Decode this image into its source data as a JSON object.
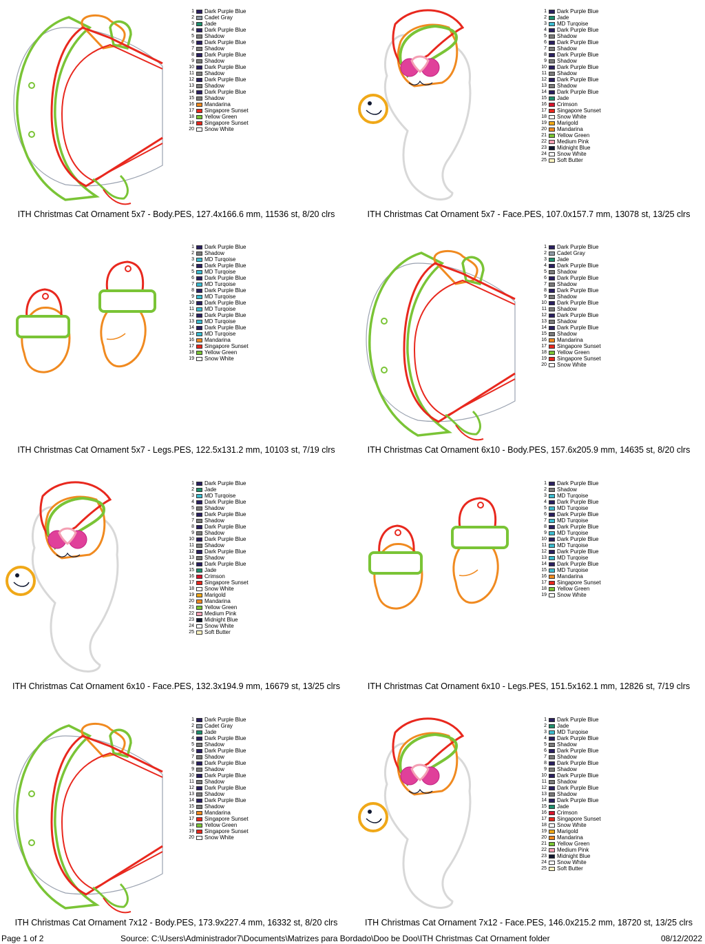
{
  "palette": {
    "Dark Purple Blue": "#2a2060",
    "Cadet Gray": "#909aa6",
    "Jade": "#1f8f6e",
    "Shadow": "#7a7a7a",
    "MD Turqoise": "#3cbcd0",
    "Mandarina": "#f08a20",
    "Singapore Sunset": "#e8281e",
    "Yellow Green": "#7ac436",
    "Snow White": "#ffffff",
    "Crimson": "#d8142c",
    "Marigold": "#f0a818",
    "Medium Pink": "#f4a0b4",
    "Midnight Blue": "#101830",
    "Soft Butter": "#fff4c0"
  },
  "legends": {
    "body": [
      "Dark Purple Blue",
      "Cadet Gray",
      "Jade",
      "Dark Purple Blue",
      "Shadow",
      "Dark Purple Blue",
      "Shadow",
      "Dark Purple Blue",
      "Shadow",
      "Dark Purple Blue",
      "Shadow",
      "Dark Purple Blue",
      "Shadow",
      "Dark Purple Blue",
      "Shadow",
      "Mandarina",
      "Singapore Sunset",
      "Yellow Green",
      "Singapore Sunset",
      "Snow White"
    ],
    "face": [
      "Dark Purple Blue",
      "Jade",
      "MD Turqoise",
      "Dark Purple Blue",
      "Shadow",
      "Dark Purple Blue",
      "Shadow",
      "Dark Purple Blue",
      "Shadow",
      "Dark Purple Blue",
      "Shadow",
      "Dark Purple Blue",
      "Shadow",
      "Dark Purple Blue",
      "Jade",
      "Crimson",
      "Singapore Sunset",
      "Snow White",
      "Marigold",
      "Mandarina",
      "Yellow Green",
      "Medium Pink",
      "Midnight Blue",
      "Snow White",
      "Soft Butter"
    ],
    "legs": [
      "Dark Purple Blue",
      "Shadow",
      "MD Turqoise",
      "Dark Purple Blue",
      "MD Turqoise",
      "Dark Purple Blue",
      "MD Turqoise",
      "Dark Purple Blue",
      "MD Turqoise",
      "Dark Purple Blue",
      "MD Turqoise",
      "Dark Purple Blue",
      "MD Turqoise",
      "Dark Purple Blue",
      "MD Turqoise",
      "Mandarina",
      "Singapore Sunset",
      "Yellow Green",
      "Snow White"
    ]
  },
  "designs": [
    {
      "type": "body",
      "caption": "ITH Christmas Cat Ornament 5x7 - Body.PES, 127.4x166.6 mm, 11536 st, 8/20 clrs"
    },
    {
      "type": "face",
      "caption": "ITH Christmas Cat Ornament 5x7 - Face.PES, 107.0x157.7 mm, 13078 st, 13/25 clrs"
    },
    {
      "type": "legs",
      "caption": "ITH Christmas Cat Ornament 5x7 - Legs.PES, 122.5x131.2 mm, 10103 st, 7/19 clrs"
    },
    {
      "type": "body",
      "caption": "ITH Christmas Cat Ornament 6x10 - Body.PES, 157.6x205.9 mm, 14635 st, 8/20 clrs"
    },
    {
      "type": "face",
      "caption": "ITH Christmas Cat Ornament 6x10 - Face.PES, 132.3x194.9 mm, 16679 st, 13/25 clrs"
    },
    {
      "type": "legs",
      "caption": "ITH Christmas Cat Ornament 6x10 - Legs.PES, 151.5x162.1 mm, 12826 st, 7/19 clrs"
    },
    {
      "type": "body",
      "caption": "ITH Christmas Cat Ornament 7x12 - Body.PES, 173.9x227.4 mm, 16332 st, 8/20 clrs"
    },
    {
      "type": "face",
      "caption": "ITH Christmas Cat Ornament 7x12 - Face.PES, 146.0x215.2 mm, 18720 st, 13/25 clrs"
    }
  ],
  "footer": {
    "page": "Page 1 of 2",
    "source": "Source: C:\\Users\\Administrador7\\Documents\\Matrizes para Bordado\\Doo be Doo\\ITH Christmas Cat Ornament folder",
    "date": "08/12/2022"
  }
}
